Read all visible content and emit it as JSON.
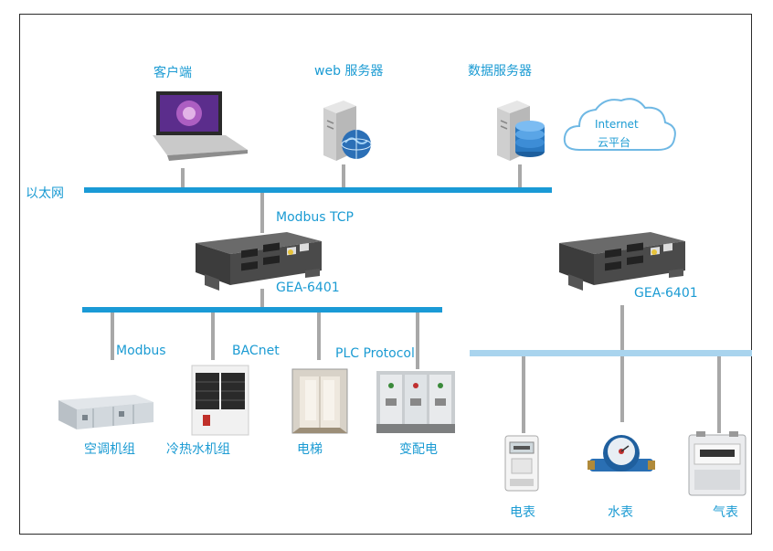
{
  "top_nodes": {
    "client": "客户端",
    "web_server": "web 服务器",
    "data_server": "数据服务器"
  },
  "cloud": {
    "line1": "Internet",
    "line2": "云平台"
  },
  "ethernet_label": "以太网",
  "protocol_modbus_tcp": "Modbus TCP",
  "gateways": {
    "left": "GEA-6401",
    "right": "GEA-6401"
  },
  "protocols": {
    "modbus": "Modbus",
    "bacnet": "BACnet",
    "plc": "PLC Protocol"
  },
  "devices_left": [
    "空调机组",
    "冷热水机组",
    "电梯",
    "变配电"
  ],
  "devices_right": [
    "电表",
    "水表",
    "气表"
  ],
  "colors": {
    "accent": "#1b9bd3",
    "bus": "#1a9ad6",
    "bus_light": "#a9d4ee",
    "connector": "#a8a8a8"
  }
}
